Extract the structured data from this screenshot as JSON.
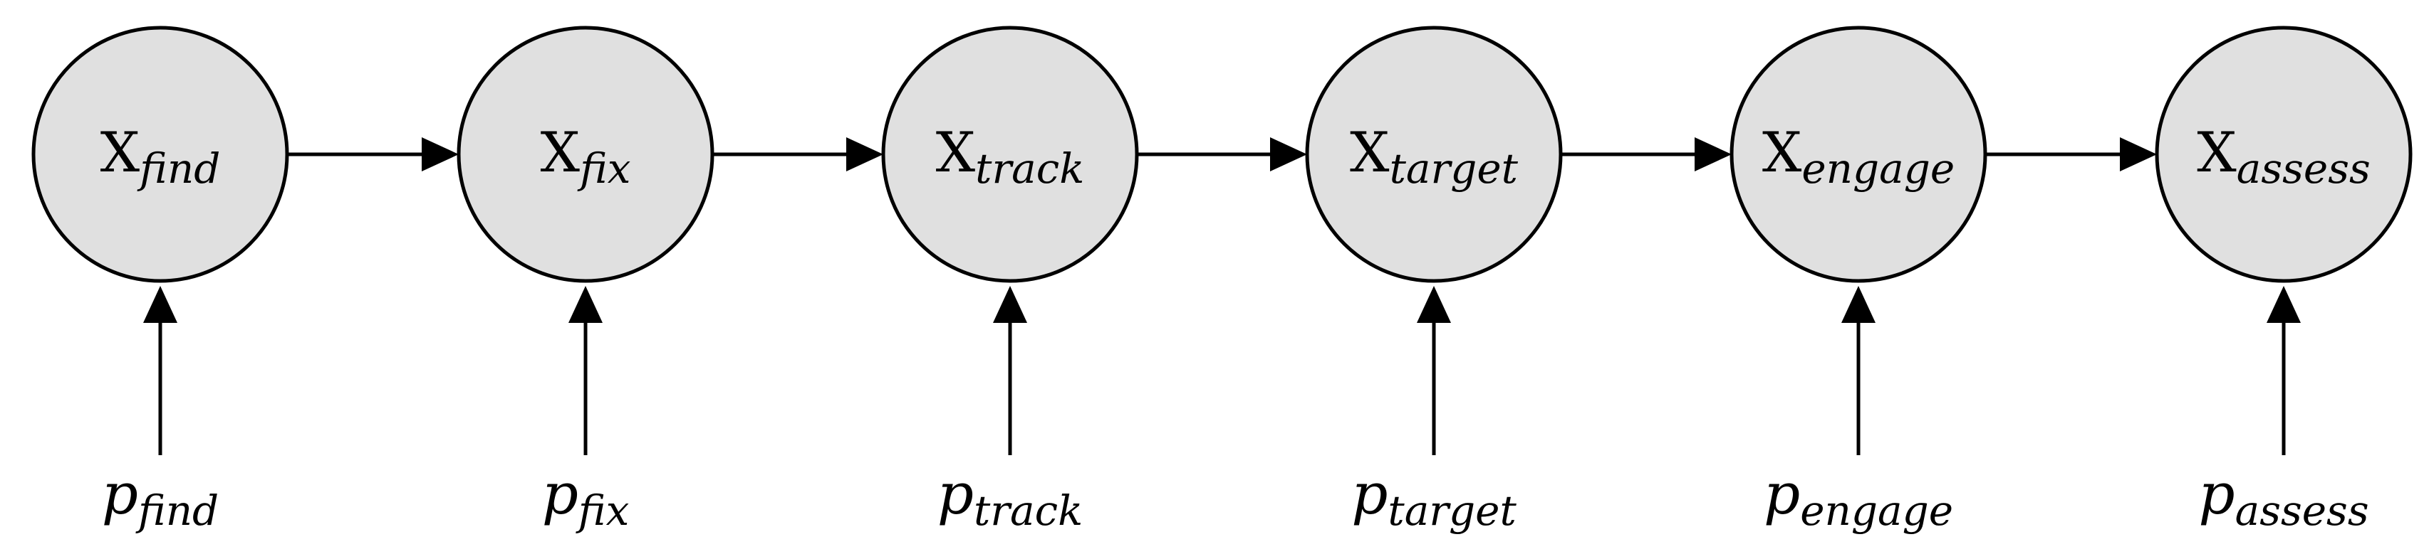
{
  "diagram": {
    "nodes": [
      {
        "id": "find",
        "symbol": "X",
        "subscript": "find"
      },
      {
        "id": "fix",
        "symbol": "X",
        "subscript": "fix"
      },
      {
        "id": "track",
        "symbol": "X",
        "subscript": "track"
      },
      {
        "id": "target",
        "symbol": "X",
        "subscript": "target"
      },
      {
        "id": "engage",
        "symbol": "X",
        "subscript": "engage"
      },
      {
        "id": "assess",
        "symbol": "X",
        "subscript": "assess"
      }
    ],
    "parameters": [
      {
        "target": "find",
        "symbol": "p",
        "subscript": "find"
      },
      {
        "target": "fix",
        "symbol": "p",
        "subscript": "fix"
      },
      {
        "target": "track",
        "symbol": "p",
        "subscript": "track"
      },
      {
        "target": "target",
        "symbol": "p",
        "subscript": "target"
      },
      {
        "target": "engage",
        "symbol": "p",
        "subscript": "engage"
      },
      {
        "target": "assess",
        "symbol": "p",
        "subscript": "assess"
      }
    ],
    "edges": [
      {
        "from": "find",
        "to": "fix"
      },
      {
        "from": "fix",
        "to": "track"
      },
      {
        "from": "track",
        "to": "target"
      },
      {
        "from": "target",
        "to": "engage"
      },
      {
        "from": "engage",
        "to": "assess"
      }
    ],
    "colors": {
      "node_fill": "#e0e0e0",
      "stroke": "#000000",
      "background": "#ffffff"
    }
  }
}
